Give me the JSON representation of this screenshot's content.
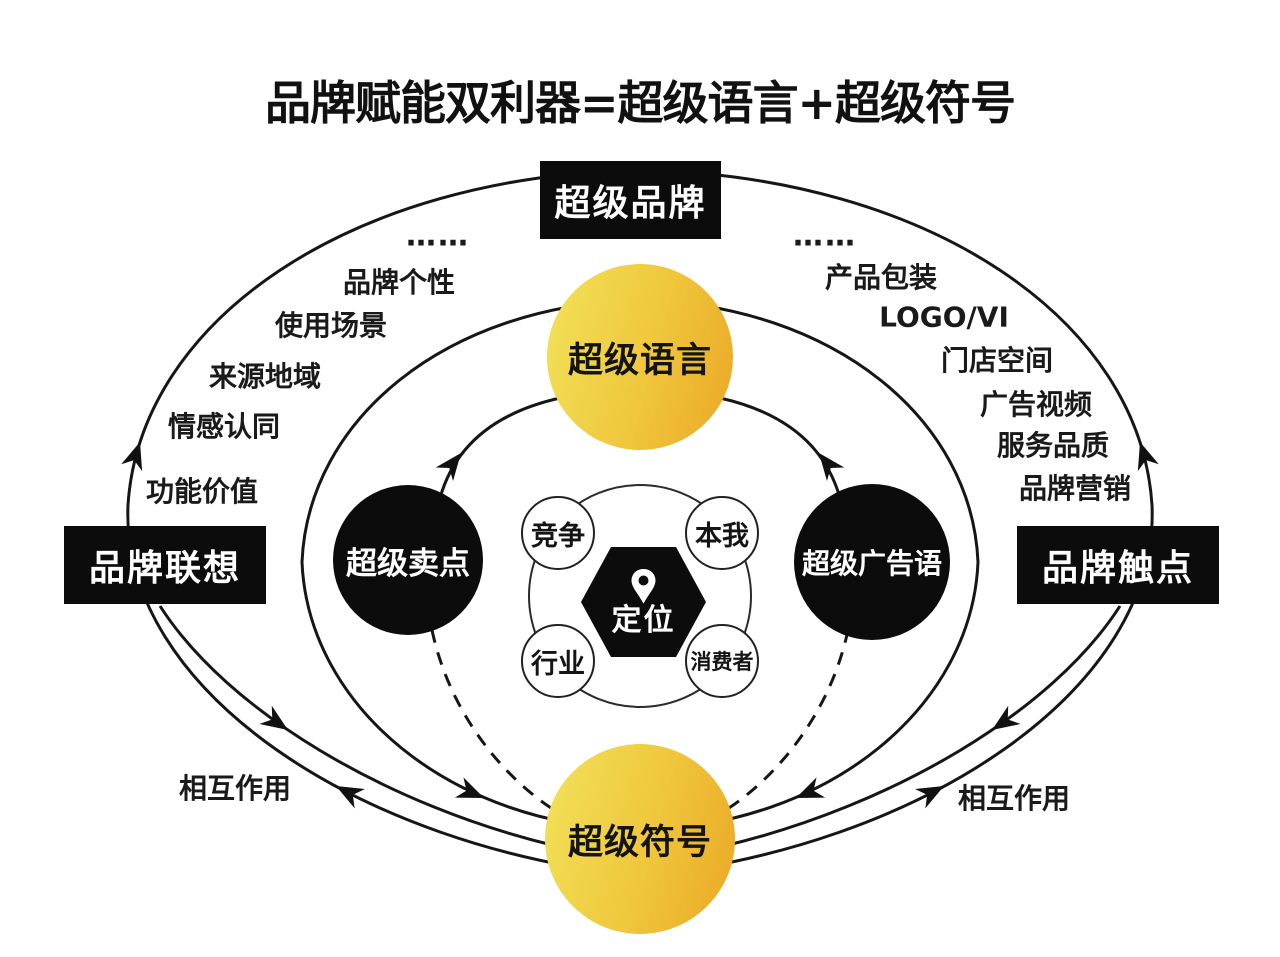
{
  "title": "品牌赋能双利器=超级语言+超级符号",
  "colors": {
    "ink": "#161616",
    "node_black": "#0c0c0c",
    "accent_yellow_light": "#f2e158",
    "accent_yellow_deep": "#eba726"
  },
  "nodes": {
    "super_brand": "超级品牌",
    "brand_association": "品牌联想",
    "brand_touchpoints": "品牌触点",
    "super_language": "超级语言",
    "super_symbol": "超级符号",
    "super_selling_point": "超级卖点",
    "super_slogan": "超级广告语"
  },
  "center": {
    "positioning": "定位",
    "pin_icon": "location-pin-icon",
    "competition": "竞争",
    "self": "本我",
    "industry": "行业",
    "consumer": "消费者"
  },
  "labels_left": [
    "……",
    "品牌个性",
    "使用场景",
    "来源地域",
    "情感认同",
    "功能价值"
  ],
  "labels_right": [
    "……",
    "产品包装",
    "LOGO/VI",
    "门店空间",
    "广告视频",
    "服务品质",
    "品牌营销"
  ],
  "interaction": {
    "left": "相互作用",
    "right": "相互作用"
  }
}
